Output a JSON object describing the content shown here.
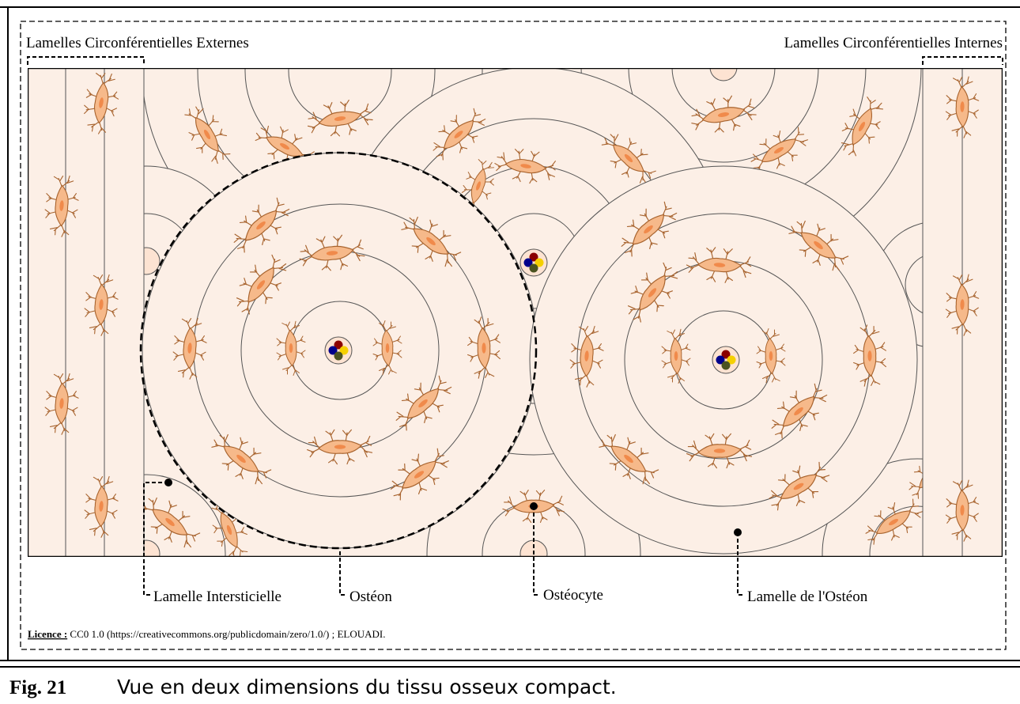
{
  "labels": {
    "external": "Lamelles Circonférentielles Externes",
    "internal": "Lamelles Circonférentielles Internes",
    "interstitial": "Lamelle Intersticielle",
    "osteon": "Ostéon",
    "osteocyte": "Ostéocyte",
    "osteon_lamella": "Lamelle de l'Ostéon"
  },
  "license": {
    "heading": "Licence :",
    "text": " CC0 1.0 (https://creativecommons.org/publicdomain/zero/1.0/) ; ELOUADI."
  },
  "caption": {
    "number": "Fig. 21",
    "text": "Vue en deux dimensions du tissu osseux compact."
  },
  "colors": {
    "matrix": "#fcefe6",
    "cell": "#f6b98a",
    "cell_outline": "#a8642f",
    "nucleus": "#f08a4b",
    "canal": "#fde3d2",
    "vessel_artery": "#8b0000",
    "vessel_lymph": "#f5d000",
    "vessel_vein": "#00008b",
    "vessel_nerve": "#4b5320"
  }
}
